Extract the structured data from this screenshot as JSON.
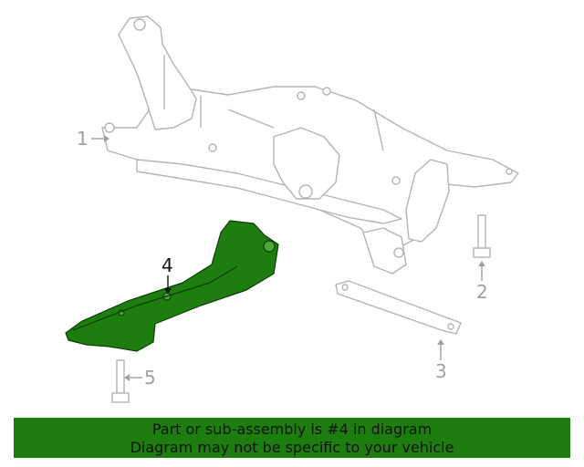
{
  "diagram": {
    "callouts": [
      {
        "id": "1",
        "label": "1",
        "highlighted": false
      },
      {
        "id": "2",
        "label": "2",
        "highlighted": false
      },
      {
        "id": "3",
        "label": "3",
        "highlighted": false
      },
      {
        "id": "4",
        "label": "4",
        "highlighted": true
      },
      {
        "id": "5",
        "label": "5",
        "highlighted": false
      }
    ],
    "colors": {
      "line": "#b4b4b4",
      "highlight_fill": "#1e7d0f",
      "highlight_stroke": "#0e3d07",
      "label_active": "#111111",
      "label_inactive": "#a0a0a0"
    }
  },
  "banner": {
    "line1": "Part or sub-assembly is #4 in diagram",
    "line2": "Diagram may not be specific to your vehicle",
    "background": "#1e7d0f"
  }
}
